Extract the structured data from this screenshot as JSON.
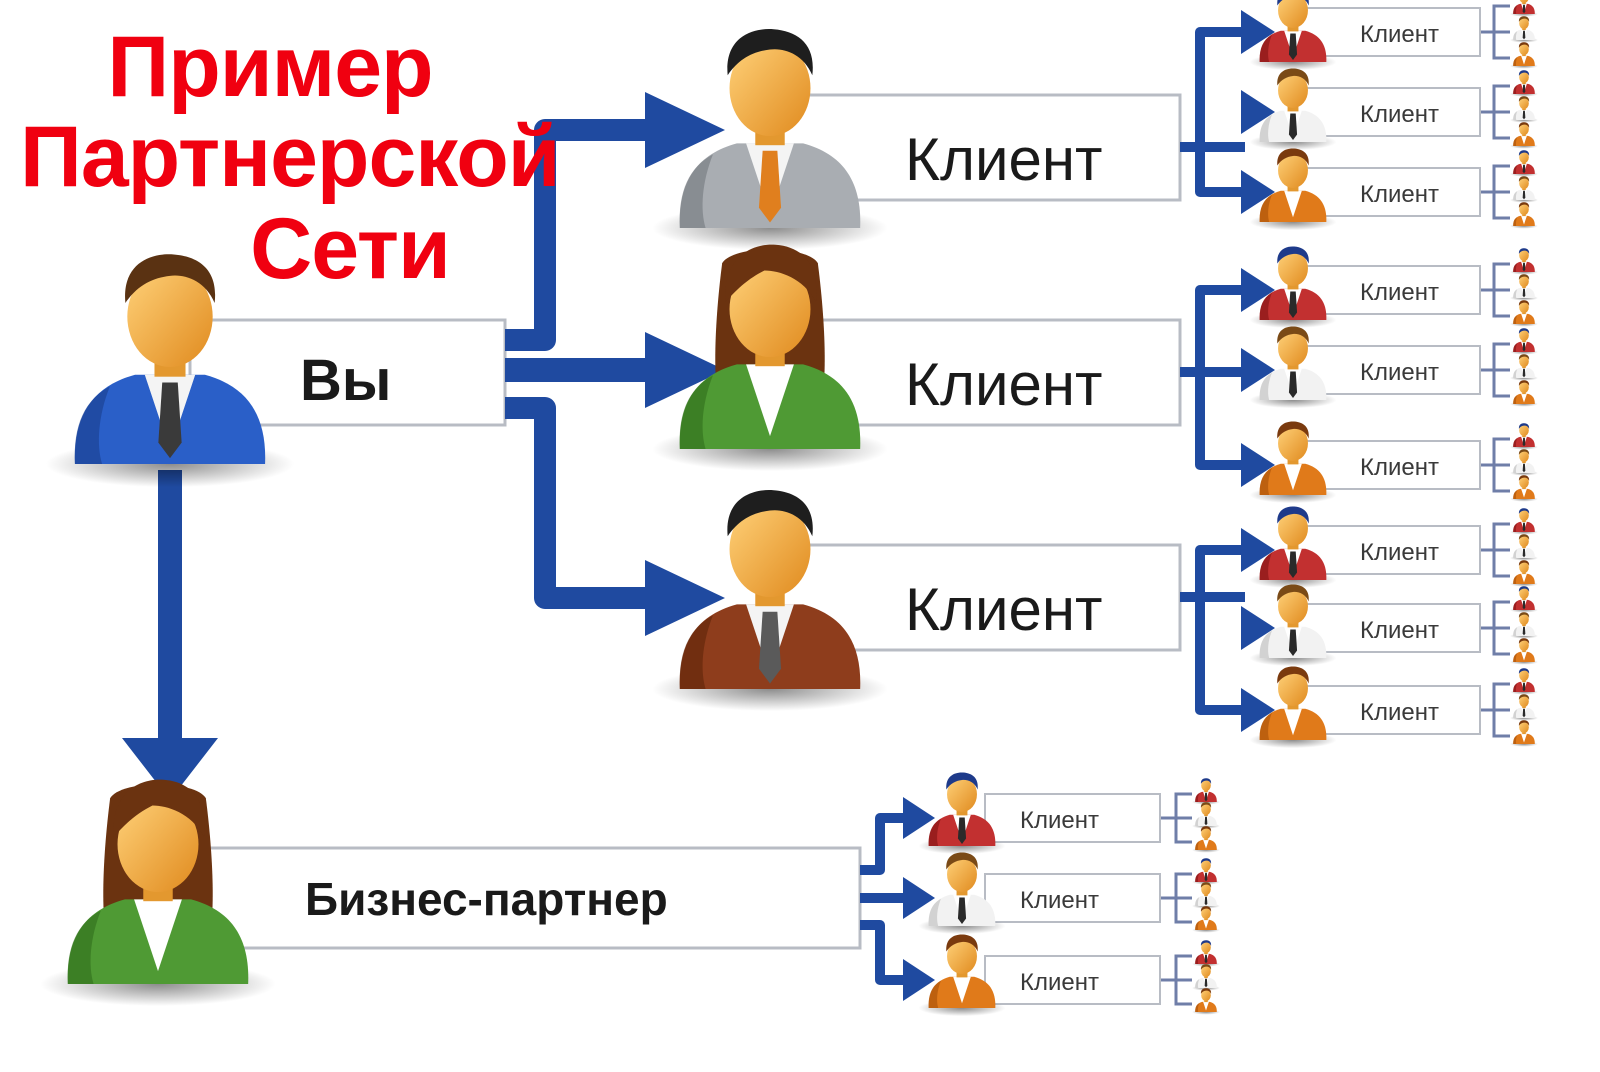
{
  "title": {
    "line1": "Пример",
    "line2": "Партнерской",
    "line3": "Сети"
  },
  "nodes": {
    "you": "Вы",
    "business_partner": "Бизнес-партнер",
    "client": "Клиент"
  },
  "colors": {
    "title": "#f00010",
    "arrow": "#1f4aa0",
    "box_border": "#b8bcc4",
    "connector": "#6f7ea8"
  },
  "people": {
    "you": "man-blue-suit",
    "client_1": "man-gray-suit",
    "client_2": "woman-green-suit",
    "client_3": "man-brown-suit",
    "business_partner": "woman-green-suit"
  }
}
